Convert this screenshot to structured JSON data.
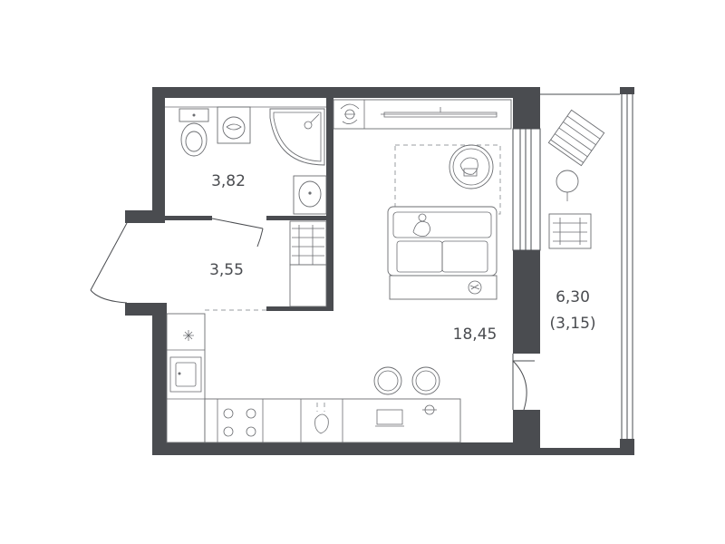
{
  "plan": {
    "rooms": [
      {
        "id": "bathroom",
        "area": "3,82"
      },
      {
        "id": "hallway",
        "area": "3,55"
      },
      {
        "id": "living-room",
        "area": "18,45"
      },
      {
        "id": "balcony",
        "area": "6,30",
        "reduced_area": "(3,15)"
      }
    ],
    "colors": {
      "wall": "#4a4c50",
      "fixture": "#6b6d71",
      "background": "#ffffff"
    }
  }
}
